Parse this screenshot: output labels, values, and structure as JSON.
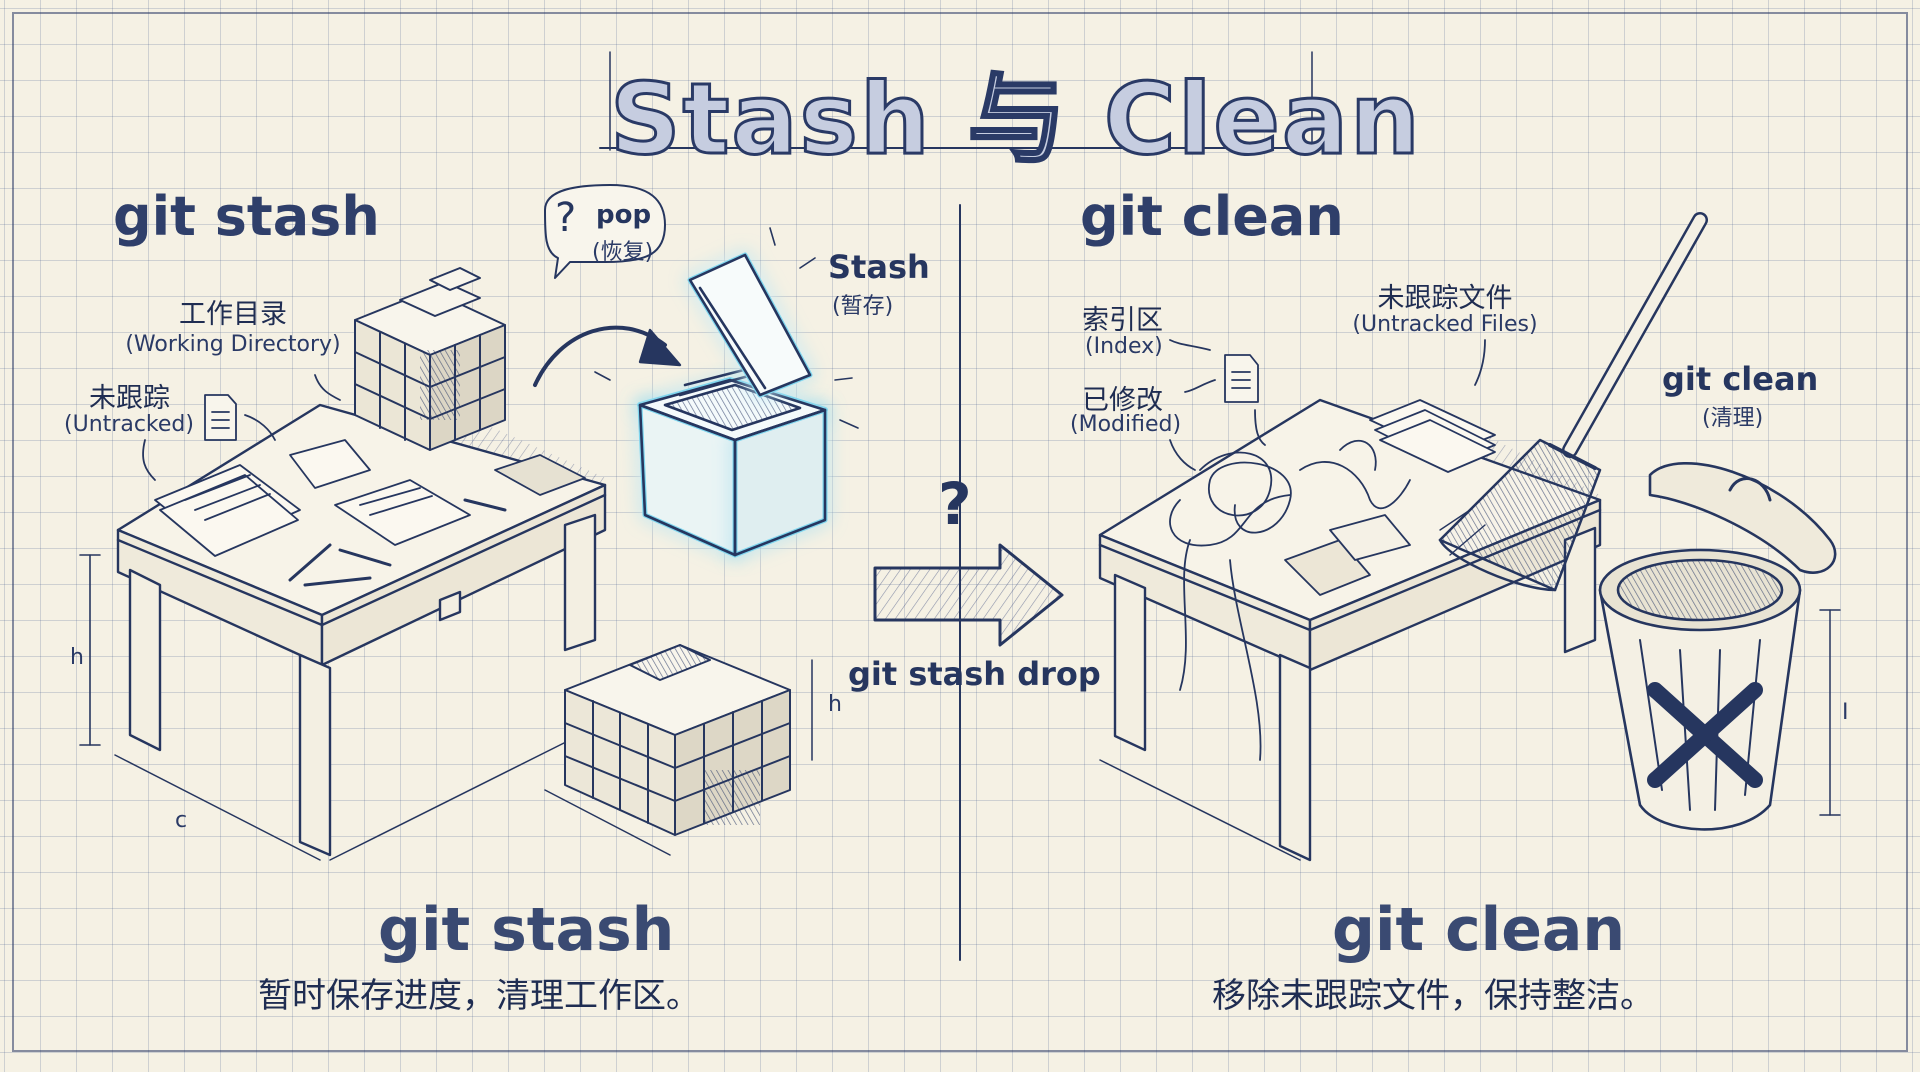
{
  "title": "Stash 与 Clean",
  "left": {
    "heading": "git stash",
    "working_dir_cn": "工作目录",
    "working_dir_en": "(Working Directory)",
    "untracked_cn": "未跟踪",
    "untracked_en": "(Untracked)",
    "pop_label": "pop",
    "pop_cn": "(恢复)",
    "stash_label": "Stash",
    "stash_cn": "(暂存)",
    "dim_h1": "h",
    "dim_h2": "h",
    "dim_c": "c",
    "bottom_title": "git stash",
    "bottom_caption": "暂时保存进度，清理工作区。"
  },
  "middle": {
    "question": "?",
    "drop_label": "git stash drop"
  },
  "right": {
    "heading": "git clean",
    "index_cn": "索引区",
    "index_en": "(Index)",
    "modified_cn": "已修改",
    "modified_en": "(Modified)",
    "untracked_files_cn": "未跟踪文件",
    "untracked_files_en": "(Untracked Files)",
    "clean_label": "git clean",
    "clean_cn": "(清理)",
    "dim_i": "I",
    "bottom_title": "git clean",
    "bottom_caption": "移除未跟踪文件，保持整洁。"
  },
  "colors": {
    "ink": "#26365f",
    "paper": "#f5f1e4",
    "grid": "#8c9bbf",
    "glow": "#7fd6ee"
  }
}
